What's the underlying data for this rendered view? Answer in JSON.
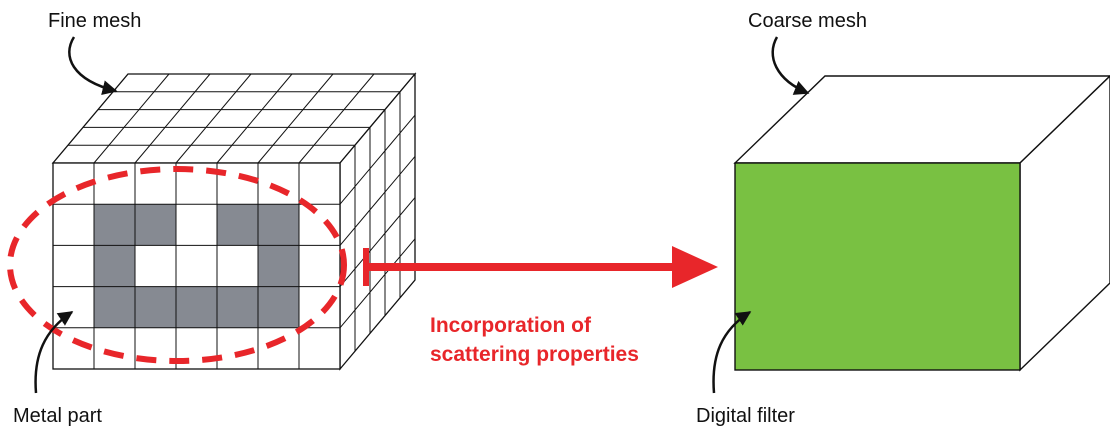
{
  "labels": {
    "fine_mesh": "Fine mesh",
    "coarse_mesh": "Coarse mesh",
    "metal_part": "Metal part",
    "digital_filter": "Digital filter",
    "incorporation_line1": "Incorporation of",
    "incorporation_line2": "scattering properties"
  },
  "colors": {
    "metal": "#868a92",
    "filter": "#79c142",
    "accent": "#e8262a",
    "line": "#111111"
  },
  "fine_mesh": {
    "columns": 7,
    "rows": 5,
    "depth": 5,
    "metal_cells": [
      [
        1,
        1
      ],
      [
        2,
        1
      ],
      [
        4,
        1
      ],
      [
        5,
        1
      ],
      [
        1,
        2
      ],
      [
        5,
        2
      ],
      [
        1,
        3
      ],
      [
        2,
        3
      ],
      [
        3,
        3
      ],
      [
        4,
        3
      ],
      [
        5,
        3
      ]
    ]
  }
}
